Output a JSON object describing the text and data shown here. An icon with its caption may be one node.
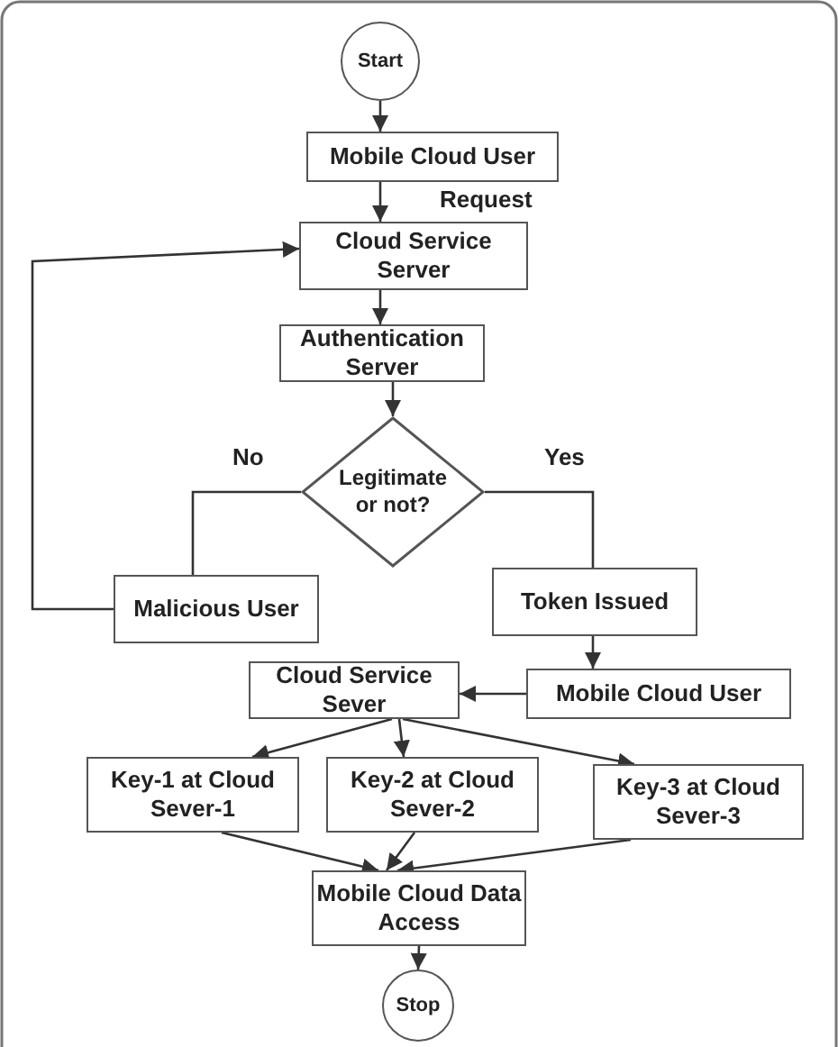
{
  "diagram": {
    "nodes": [
      {
        "text": [
          "Start"
        ]
      },
      {
        "text": [
          "Mobile Cloud User"
        ]
      },
      {
        "text": [
          "Cloud Service Server"
        ]
      },
      {
        "text": [
          "Authentication Server"
        ]
      },
      {
        "text": [
          "Legitimate or not?"
        ]
      },
      {
        "text": [
          "Malicious User"
        ]
      },
      {
        "text": [
          "Token Issued"
        ]
      },
      {
        "text": [
          "Cloud Service Sever"
        ]
      },
      {
        "text": [
          "Mobile Cloud User"
        ]
      },
      {
        "text": [
          "Key-1 at Cloud Sever-1"
        ]
      },
      {
        "text": [
          "Key-2 at Cloud Sever-2"
        ]
      },
      {
        "text": [
          "Key-3 at Cloud Sever-3"
        ]
      },
      {
        "text": [
          "Mobile Cloud Data Access"
        ]
      },
      {
        "text": [
          "Stop"
        ]
      }
    ],
    "edges": [
      {
        "from": 0,
        "to": 1,
        "arrow": "to"
      },
      {
        "from": 1,
        "to": 2,
        "arrow": "to",
        "label": "Request"
      },
      {
        "from": 2,
        "to": 3,
        "arrow": "to"
      },
      {
        "from": 3,
        "to": 4,
        "arrow": "to"
      },
      {
        "from": 4,
        "to": 5,
        "arrow": "none",
        "label": "No"
      },
      {
        "from": 4,
        "to": 6,
        "arrow": "none",
        "label": "Yes"
      },
      {
        "from": 5,
        "to": 2,
        "arrow": "to"
      },
      {
        "from": 6,
        "to": 8,
        "arrow": "to"
      },
      {
        "from": 8,
        "to": 7,
        "arrow": "to"
      },
      {
        "from": 7,
        "to": 9,
        "arrow": "to"
      },
      {
        "from": 7,
        "to": 10,
        "arrow": "to"
      },
      {
        "from": 7,
        "to": 11,
        "arrow": "to"
      },
      {
        "from": 9,
        "to": 12,
        "arrow": "to"
      },
      {
        "from": 10,
        "to": 12,
        "arrow": "to"
      },
      {
        "from": 11,
        "to": 12,
        "arrow": "to"
      },
      {
        "from": 12,
        "to": 13,
        "arrow": "to"
      }
    ]
  }
}
